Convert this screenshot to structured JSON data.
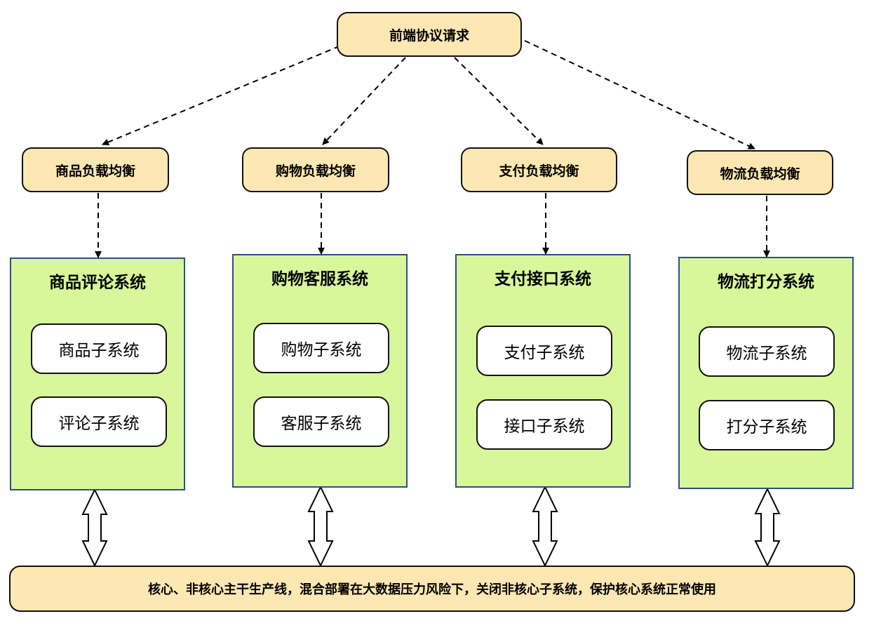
{
  "top": {
    "label": "前端协议请求"
  },
  "load_balancers": [
    {
      "label": "商品负载均衡"
    },
    {
      "label": "购物负载均衡"
    },
    {
      "label": "支付负载均衡"
    },
    {
      "label": "物流负载均衡"
    }
  ],
  "systems": [
    {
      "title": "商品评论系统",
      "subs": [
        "商品子系统",
        "评论子系统"
      ]
    },
    {
      "title": "购物客服系统",
      "subs": [
        "购物子系统",
        "客服子系统"
      ]
    },
    {
      "title": "支付接口系统",
      "subs": [
        "支付子系统",
        "接口子系统"
      ]
    },
    {
      "title": "物流打分系统",
      "subs": [
        "物流子系统",
        "打分子系统"
      ]
    }
  ],
  "bottom": {
    "label": "核心、非核心主干生产线，混合部署在大数据压力风险下，关闭非核心子系统，保护核心系统正常使用"
  },
  "colors": {
    "node_fill": "#fde7b2",
    "system_fill": "#d8f79a",
    "system_border": "#2a4f86",
    "sub_fill": "#ffffff"
  }
}
